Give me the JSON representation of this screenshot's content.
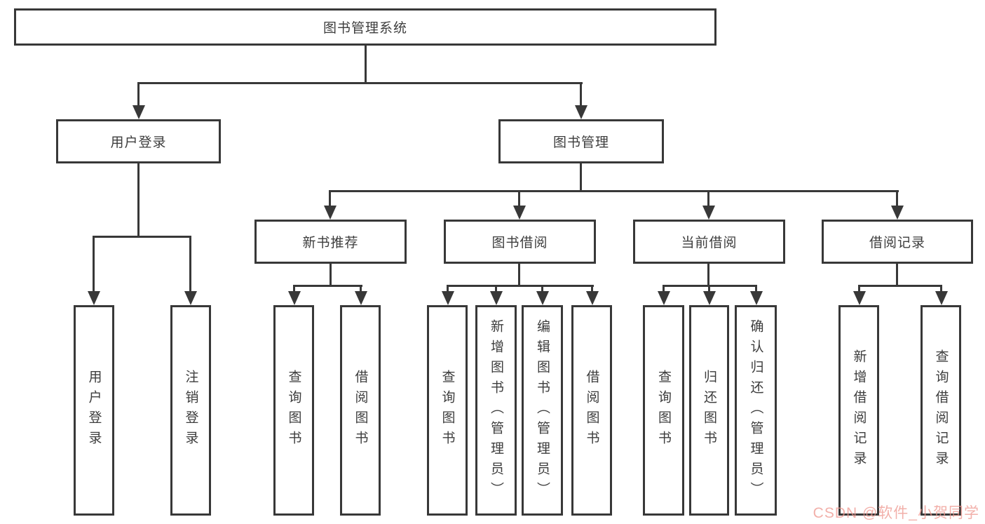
{
  "diagram": {
    "root": {
      "label": "图书管理系统"
    },
    "branches": [
      {
        "label": "用户登录",
        "children": [
          {
            "label": "用户登录"
          },
          {
            "label": "注销登录"
          }
        ]
      },
      {
        "label": "图书管理",
        "children": [
          {
            "label": "新书推荐",
            "children": [
              {
                "label": "查询图书"
              },
              {
                "label": "借阅图书"
              }
            ]
          },
          {
            "label": "图书借阅",
            "children": [
              {
                "label": "查询图书"
              },
              {
                "label": "新增图书（管理员）"
              },
              {
                "label": "编辑图书（管理员）"
              },
              {
                "label": "借阅图书"
              }
            ]
          },
          {
            "label": "当前借阅",
            "children": [
              {
                "label": "查询图书"
              },
              {
                "label": "归还图书"
              },
              {
                "label": "确认归还（管理员）"
              }
            ]
          },
          {
            "label": "借阅记录",
            "children": [
              {
                "label": "新增借阅记录"
              },
              {
                "label": "查询借阅记录"
              }
            ]
          }
        ]
      }
    ],
    "watermark": "CSDN @软件_小贺同学"
  },
  "colors": {
    "line": "#383838",
    "text": "#3d3d3d",
    "background": "#ffffff",
    "watermark": "#ee968e"
  }
}
